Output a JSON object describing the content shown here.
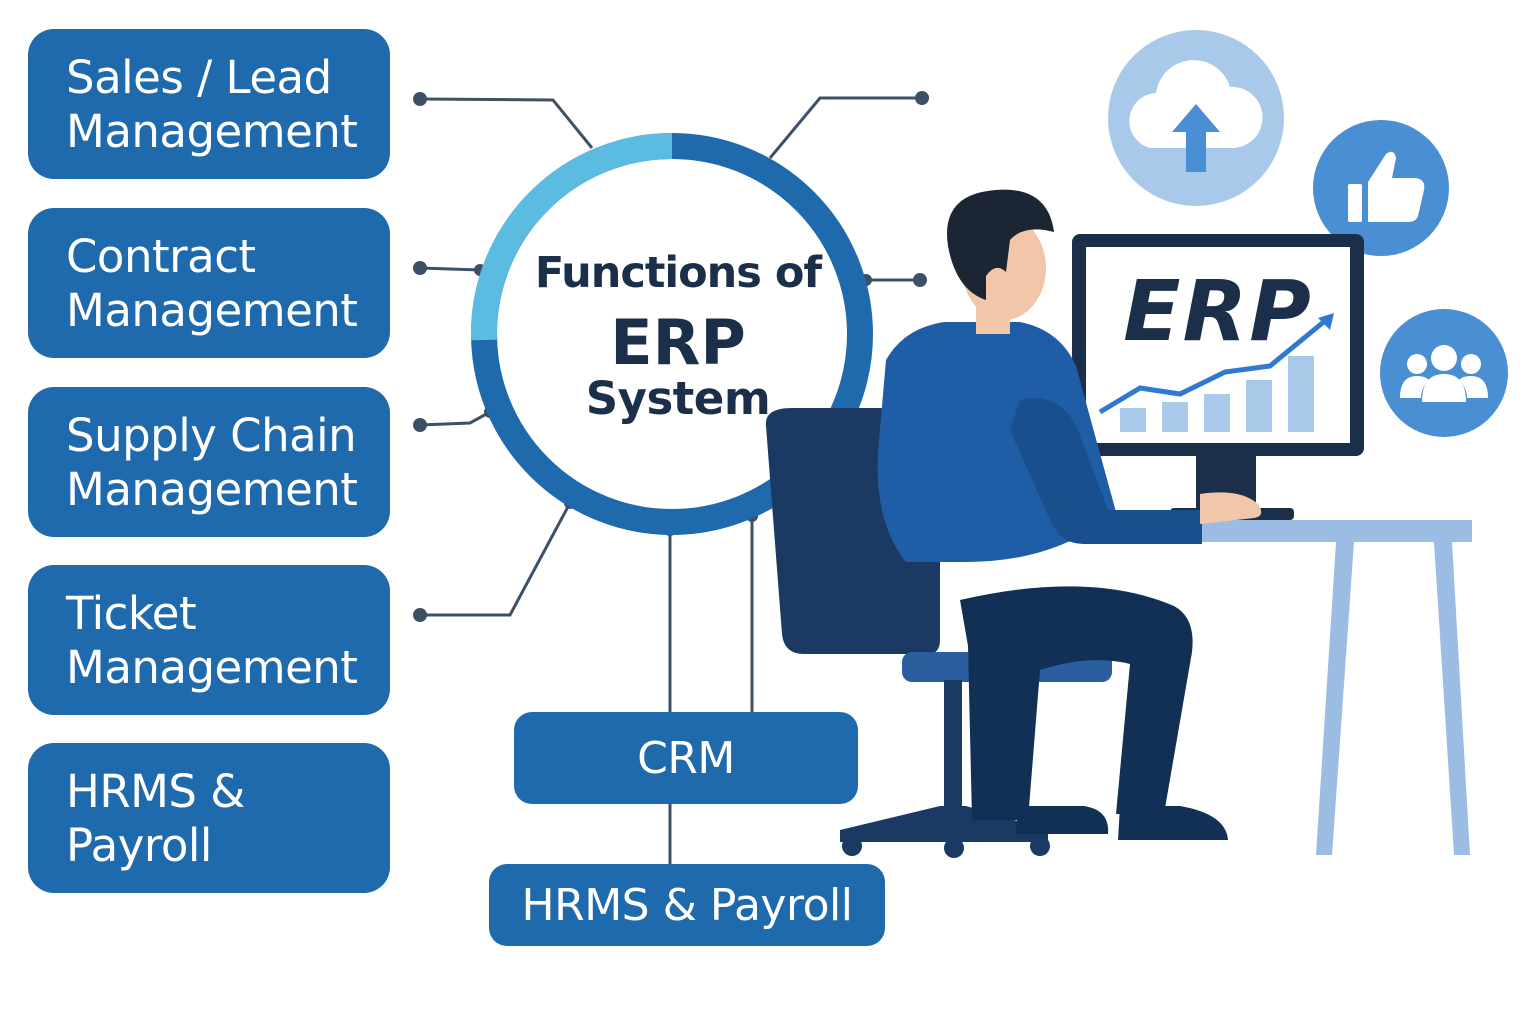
{
  "hub": {
    "line1": "Functions of",
    "line2": "ERP",
    "line3": "System"
  },
  "modules": [
    {
      "line1": "Sales / Lead",
      "line2": "Management"
    },
    {
      "line1": "Contract",
      "line2": "Management"
    },
    {
      "line1": "Supply Chain",
      "line2": "Management"
    },
    {
      "line1": "Ticket",
      "line2": "Management"
    },
    {
      "line1": "HRMS &",
      "line2": "Payroll"
    }
  ],
  "bottom_modules": {
    "crm": "CRM",
    "hrms_payroll": "HRMS & Payroll"
  },
  "monitor": {
    "label": "ERP"
  },
  "icons": [
    "cloud-upload-icon",
    "thumbs-up-icon",
    "users-icon"
  ],
  "colors": {
    "box_blue": "#1f6aad",
    "dark_navy": "#1b2f4a",
    "ring_light": "#5bbbe0",
    "ring_dark": "#1f6aad",
    "icon_light": "#a9c9ea",
    "icon_mid": "#4a8ed4",
    "desk": "#9bbde3"
  }
}
